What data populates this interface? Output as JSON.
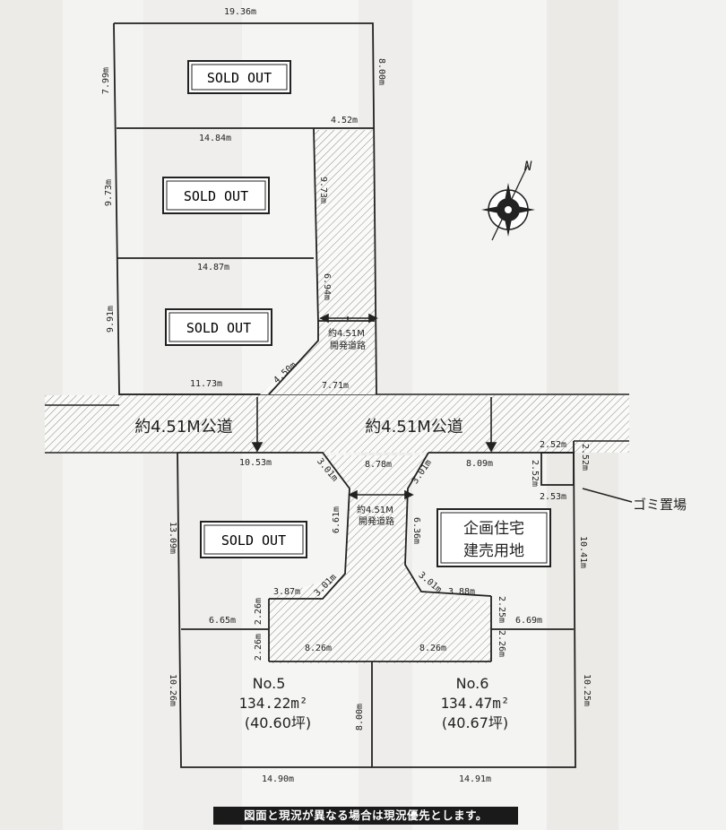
{
  "plots": {
    "top1": {
      "status": "SOLD OUT",
      "width_top": "19.36m",
      "left": "7.99m",
      "right": "8.00m",
      "bottom_right": "4.52m"
    },
    "top2": {
      "status": "SOLD OUT",
      "top": "14.84m",
      "left": "9.73m",
      "path_right": "9.73m"
    },
    "top3": {
      "status": "SOLD OUT",
      "top": "14.87m",
      "left": "9.91m",
      "path_right": "6.94m",
      "bottom": "11.73m",
      "corner": "4.50m",
      "path_bottom": "7.71m"
    },
    "private_road_top": "約4.51M\n開発道路",
    "public_road_left": "約4.51M公道",
    "public_road_right": "約4.51M公道",
    "sold_lower": {
      "status": "SOLD OUT",
      "top": "10.53m",
      "left": "13.09m",
      "bottom": "6.65m"
    },
    "private_road_bottom": "約4.51M\n開発道路",
    "road_dims": {
      "top_left_chamfer": "3.01m",
      "top_center": "8.78m",
      "top_right_chamfer": "3.01m",
      "left_side": "6.61m",
      "right_side": "6.36m",
      "lower_left_chamfer": "3.01m",
      "lower_right_chamfer": "3.01m",
      "lower_left_h": "3.87m",
      "lower_right_h": "3.88m",
      "left_226a": "2.26m",
      "left_226b": "2.26m",
      "right_225": "2.25m",
      "right_226": "2.26m",
      "bottom_left": "8.26m",
      "bottom_right": "8.26m"
    },
    "planning": {
      "line1": "企画住宅",
      "line2": "建売用地",
      "top": "8.09m",
      "right": "10.41m",
      "bottom": "6.69m"
    },
    "garbage": {
      "label": "ゴミ置場",
      "top": "2.52m",
      "right": "2.52m",
      "left": "2.52m",
      "bottom": "2.53m"
    },
    "no5": {
      "name": "No.5",
      "area": "134.22m²",
      "tsubo": "(40.60坪)",
      "left": "10.26m",
      "bottom": "14.90m",
      "divider": "8.00m"
    },
    "no6": {
      "name": "No.6",
      "area": "134.47m²",
      "tsubo": "(40.67坪)",
      "right": "10.25m",
      "bottom": "14.91m"
    }
  },
  "compass": {
    "label": "N"
  },
  "footer_note": "図面と現況が異なる場合は現況優先とします。"
}
